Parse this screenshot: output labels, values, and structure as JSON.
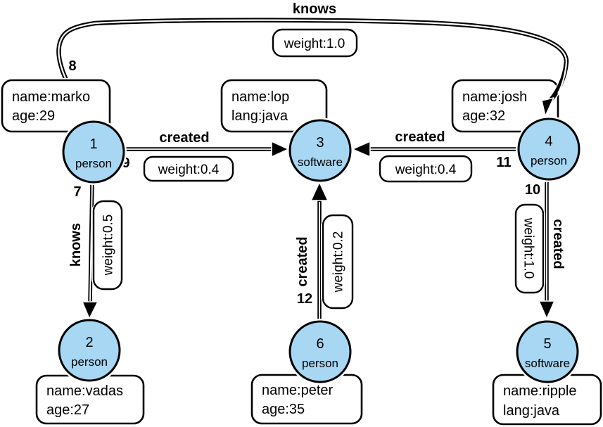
{
  "graph": {
    "vertices": [
      {
        "id": "1",
        "type": "person",
        "props": [
          "name:marko",
          "age:29"
        ]
      },
      {
        "id": "2",
        "type": "person",
        "props": [
          "name:vadas",
          "age:27"
        ]
      },
      {
        "id": "3",
        "type": "software",
        "props": [
          "name:lop",
          "lang:java"
        ]
      },
      {
        "id": "4",
        "type": "person",
        "props": [
          "name:josh",
          "age:32"
        ]
      },
      {
        "id": "5",
        "type": "software",
        "props": [
          "name:ripple",
          "lang:java"
        ]
      },
      {
        "id": "6",
        "type": "person",
        "props": [
          "name:peter",
          "age:35"
        ]
      }
    ],
    "edges": [
      {
        "id": "7",
        "label": "knows",
        "weight": "weight:0.5",
        "from": "1",
        "to": "2"
      },
      {
        "id": "8",
        "label": "knows",
        "weight": "weight:1.0",
        "from": "1",
        "to": "4"
      },
      {
        "id": "9",
        "label": "created",
        "weight": "weight:0.4",
        "from": "1",
        "to": "3"
      },
      {
        "id": "10",
        "label": "created",
        "weight": "weight:1.0",
        "from": "4",
        "to": "5"
      },
      {
        "id": "11",
        "label": "created",
        "weight": "weight:0.4",
        "from": "4",
        "to": "3"
      },
      {
        "id": "12",
        "label": "created",
        "weight": "weight:0.2",
        "from": "6",
        "to": "3"
      }
    ],
    "colors": {
      "vertex_fill": "#A7D7F3",
      "line": "#000000",
      "box_fill": "#FFFFFF"
    }
  }
}
